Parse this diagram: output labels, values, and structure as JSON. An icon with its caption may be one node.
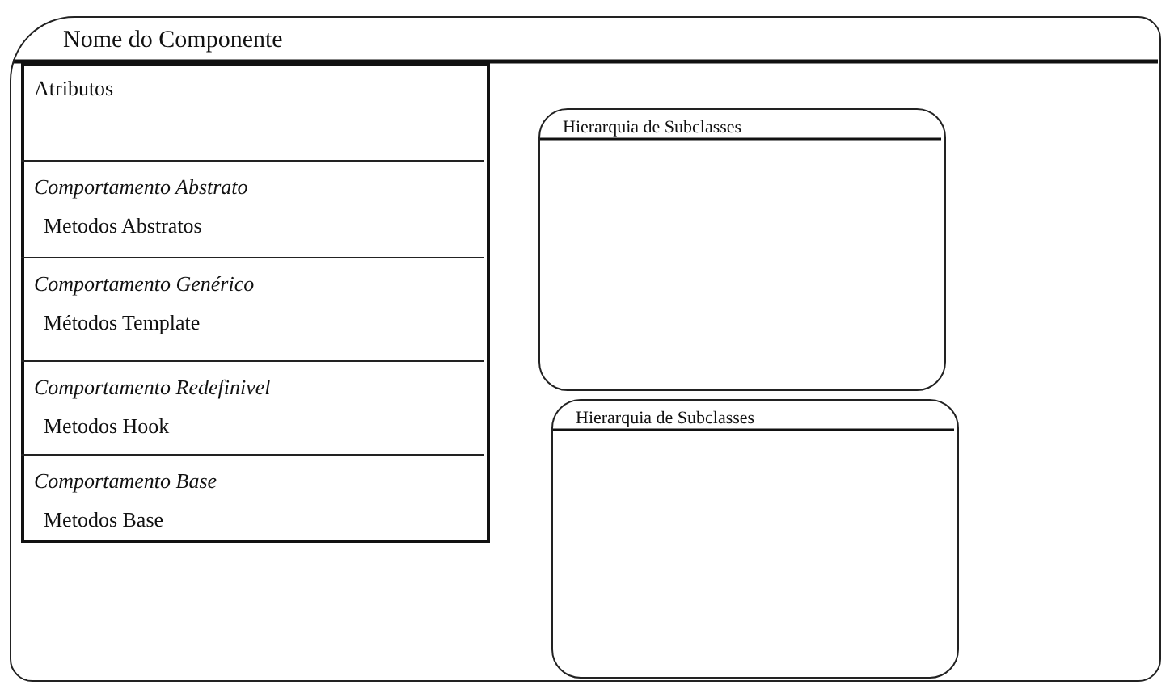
{
  "diagram": {
    "nodes": [
      {
        "text": [
          "Nome do Componente"
        ]
      },
      {
        "text": [],
        "shape": "box",
        "in": 0
      },
      {
        "text": [
          "Atributos"
        ],
        "in": 1
      },
      {
        "text": [
          "Comportamento Abstrato",
          "Metodos Abstratos"
        ],
        "in": 1
      },
      {
        "text": [
          "Comportamento Genérico",
          "Métodos Template"
        ],
        "in": 1
      },
      {
        "text": [
          "Comportamento Redefinivel",
          "Metodos Hook"
        ],
        "in": 1
      },
      {
        "text": [
          "Comportamento Base",
          "Metodos Base"
        ],
        "in": 1
      },
      {
        "text": [
          "Hierarquia de Subclasses"
        ],
        "in": 0
      },
      {
        "text": [
          "Hierarquia de Subclasses"
        ],
        "in": 0
      }
    ]
  }
}
